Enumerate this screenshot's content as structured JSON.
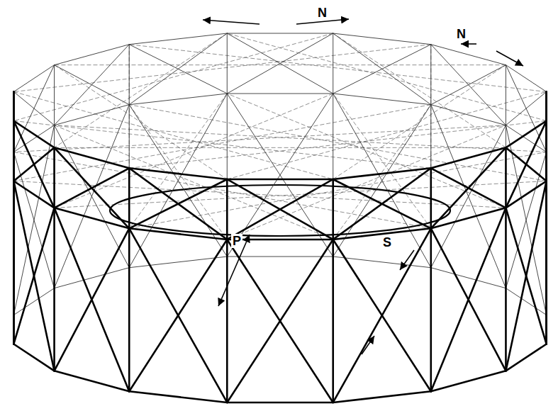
{
  "diagram": {
    "labels": [
      "N",
      "N",
      "P",
      "S"
    ]
  }
}
